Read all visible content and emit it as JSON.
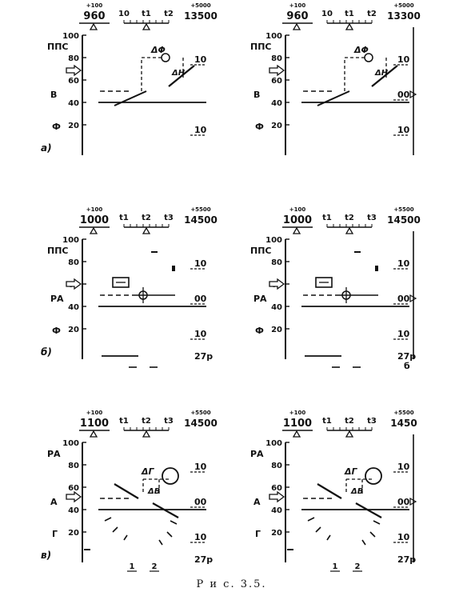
{
  "figure": {
    "caption": "Р и с. 3.5."
  },
  "panels": [
    {
      "id": "a-left",
      "row_label": "a)",
      "top_left_small": "+100",
      "top_left_value": "960",
      "time_ticks": [
        "10",
        "t1",
        "t2"
      ],
      "top_right_small": "+5000",
      "top_right_value": "13500",
      "scale_ticks": [
        "100",
        "80",
        "60",
        "40",
        "20"
      ],
      "side_labels": [
        "ППС",
        "В",
        "Ф"
      ],
      "right_numbers": [
        "10",
        "10"
      ],
      "annotations": [
        "ΔΦ",
        "ΔH"
      ],
      "bottom_labels": []
    },
    {
      "id": "a-right",
      "row_label": "",
      "top_left_small": "+100",
      "top_left_value": "960",
      "time_ticks": [
        "10",
        "t1",
        "t2"
      ],
      "top_right_small": "+5000",
      "top_right_value": "13300",
      "scale_ticks": [
        "100",
        "80",
        "60",
        "40",
        "20"
      ],
      "side_labels": [
        "ППС",
        "В",
        "Ф"
      ],
      "right_numbers": [
        "10",
        "00",
        "10"
      ],
      "annotations": [
        "ΔΦ",
        "ΔH"
      ],
      "bottom_labels": []
    },
    {
      "id": "b-left",
      "row_label": "б)",
      "top_left_small": "+100",
      "top_left_value": "1000",
      "time_ticks": [
        "t1",
        "t2",
        "t3"
      ],
      "top_right_small": "+5500",
      "top_right_value": "14500",
      "scale_ticks": [
        "100",
        "80",
        "60",
        "40",
        "20"
      ],
      "side_labels": [
        "ППС",
        "РА",
        "Ф"
      ],
      "right_numbers": [
        "10",
        "00",
        "10"
      ],
      "annotations": [],
      "bottom_labels": [
        "27р"
      ]
    },
    {
      "id": "b-right",
      "row_label": "",
      "top_left_small": "+100",
      "top_left_value": "1000",
      "time_ticks": [
        "t1",
        "t2",
        "t3"
      ],
      "top_right_small": "+5500",
      "top_right_value": "14500",
      "scale_ticks": [
        "100",
        "80",
        "60",
        "40",
        "20"
      ],
      "side_labels": [
        "ППС",
        "РА",
        "Ф"
      ],
      "right_numbers": [
        "10",
        "00",
        "10"
      ],
      "annotations": [],
      "bottom_labels": [
        "27р",
        "б"
      ]
    },
    {
      "id": "c-left",
      "row_label": "в)",
      "top_left_small": "+100",
      "top_left_value": "1100",
      "time_ticks": [
        "t1",
        "t2",
        "t3"
      ],
      "top_right_small": "+5500",
      "top_right_value": "14500",
      "scale_ticks": [
        "100",
        "80",
        "60",
        "40",
        "20"
      ],
      "side_labels": [
        "РА",
        "А",
        "Г"
      ],
      "right_numbers": [
        "10",
        "00",
        "10"
      ],
      "annotations": [
        "ΔΓ",
        "ΔВ"
      ],
      "bottom_labels": [
        "27р",
        "1",
        "2"
      ]
    },
    {
      "id": "c-right",
      "row_label": "",
      "top_left_small": "+100",
      "top_left_value": "1100",
      "time_ticks": [
        "t1",
        "t2",
        "t3"
      ],
      "top_right_small": "+5500",
      "top_right_value": "1450",
      "scale_ticks": [
        "100",
        "80",
        "60",
        "40",
        "20"
      ],
      "side_labels": [
        "РА",
        "А",
        "Г"
      ],
      "right_numbers": [
        "10",
        "00",
        "10"
      ],
      "annotations": [
        "ΔΓ",
        "ΔВ"
      ],
      "bottom_labels": [
        "27р",
        "1",
        "2"
      ]
    }
  ]
}
